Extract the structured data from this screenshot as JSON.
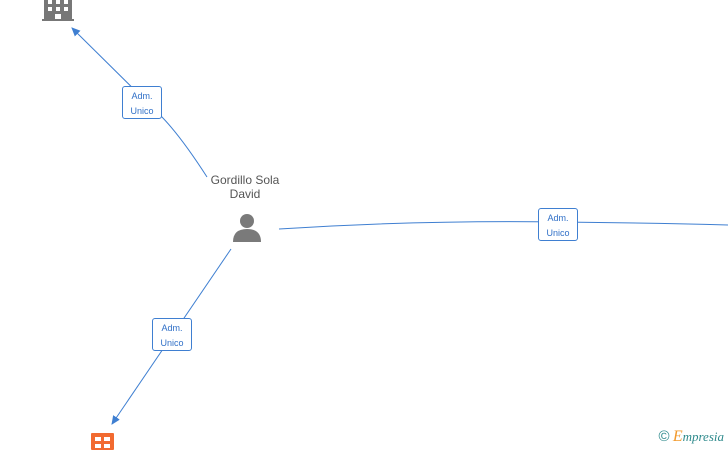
{
  "person": {
    "name_line1": "Gordillo Sola",
    "name_line2": "David",
    "icon": "person-icon"
  },
  "edges": [
    {
      "from": "person",
      "to": "company-top",
      "label_line1": "Adm.",
      "label_line2": "Unico"
    },
    {
      "from": "person",
      "to": "company-right",
      "label_line1": "Adm.",
      "label_line2": "Unico"
    },
    {
      "from": "person",
      "to": "company-bottom",
      "label_line1": "Adm.",
      "label_line2": "Unico"
    }
  ],
  "nodes": {
    "company_top": {
      "icon": "building-icon",
      "color": "#777777"
    },
    "company_bottom": {
      "icon": "company-grid-icon",
      "color": "#f26a30"
    }
  },
  "colors": {
    "edge": "#3f7fd1",
    "label_text": "#2f6fc7"
  },
  "brand": {
    "copyright": "©",
    "initial": "E",
    "rest": "mpresia"
  }
}
